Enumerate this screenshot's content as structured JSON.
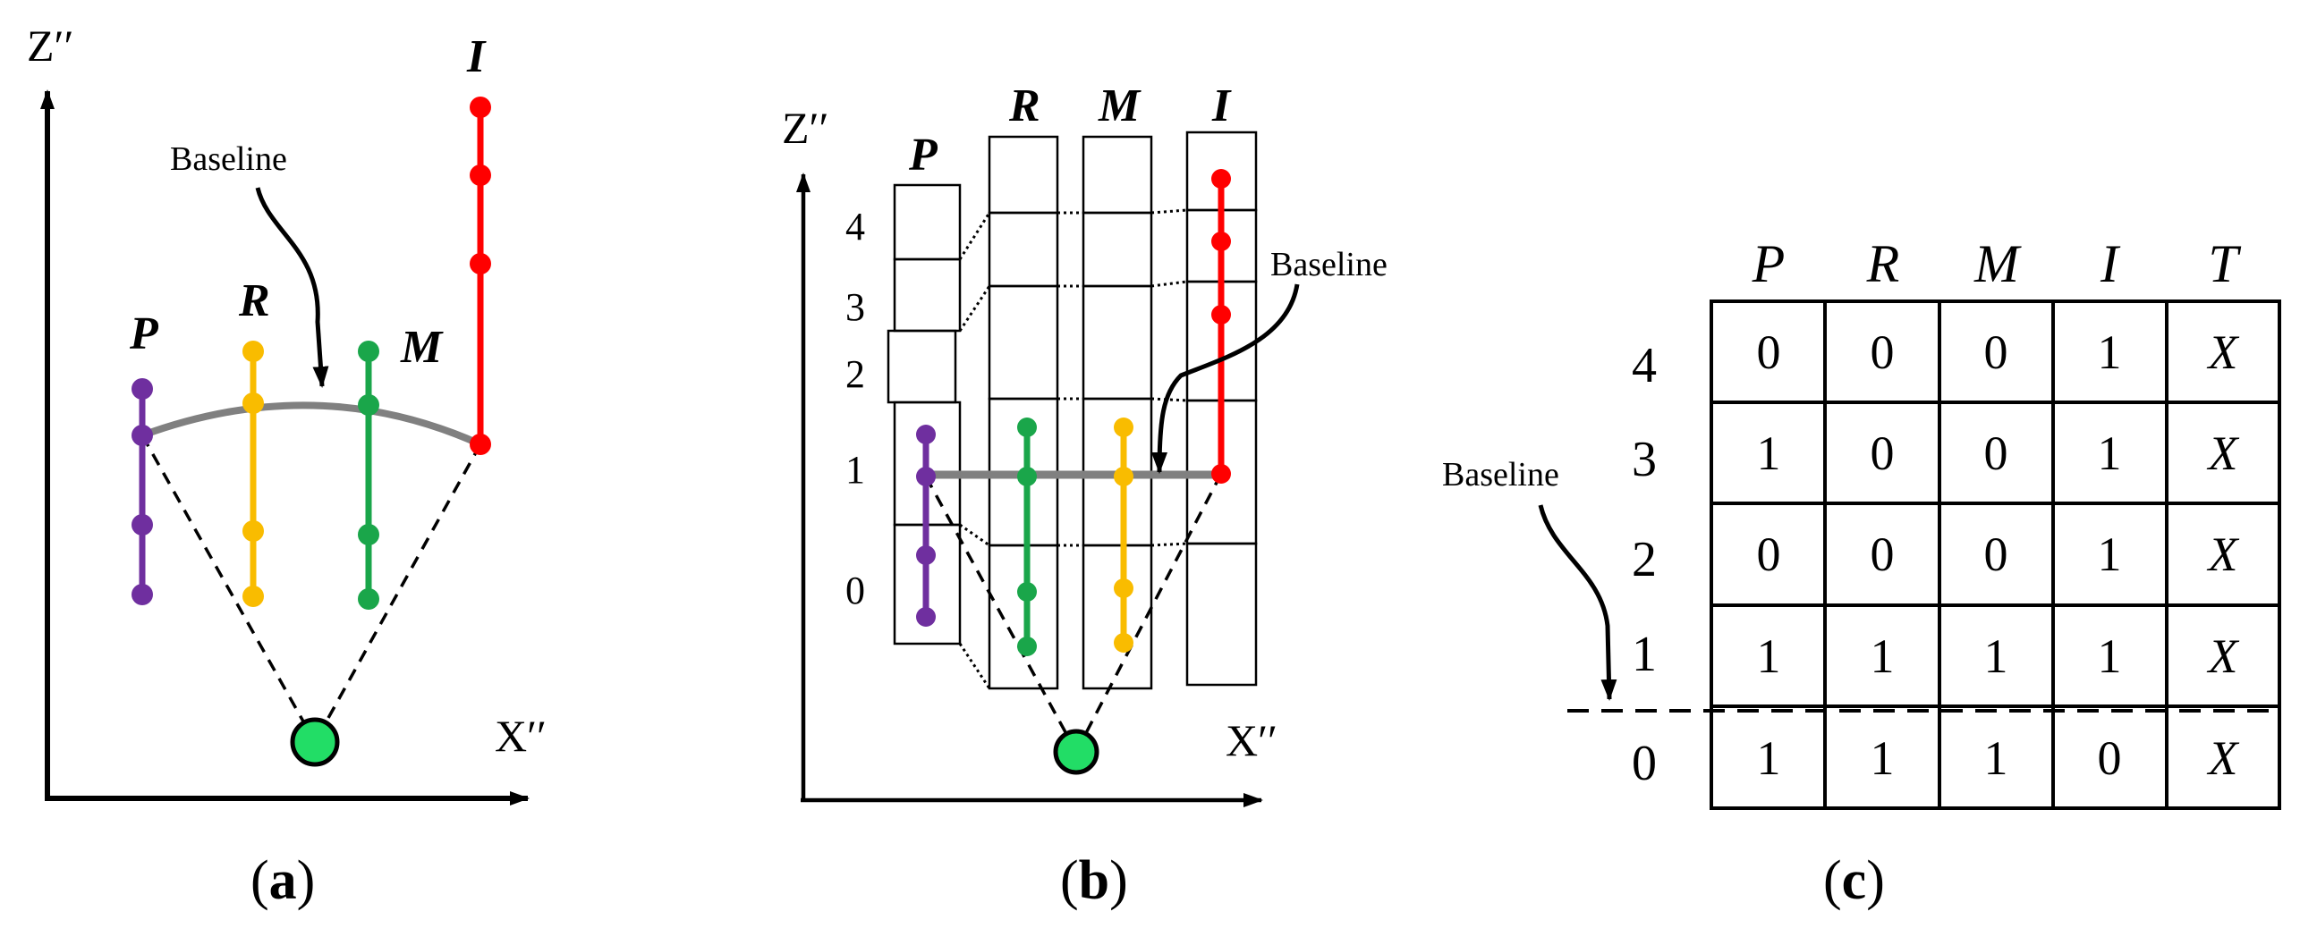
{
  "panel_a": {
    "axis_z": "Z′′",
    "axis_x": "X′′",
    "baseline": "Baseline",
    "fingers": {
      "P": "P",
      "R": "R",
      "M": "M",
      "I": "I"
    },
    "caption": {
      "open": "(",
      "letter": "a",
      "close": ")"
    }
  },
  "panel_b": {
    "axis_z": "Z′′",
    "axis_x": "X′′",
    "baseline": "Baseline",
    "fingers": {
      "P": "P",
      "R": "R",
      "M": "M",
      "I": "I"
    },
    "levels": [
      "4",
      "3",
      "2",
      "1",
      "0"
    ],
    "caption": {
      "open": "(",
      "letter": "b",
      "close": ")"
    }
  },
  "panel_c": {
    "baseline": "Baseline",
    "columns": [
      "P",
      "R",
      "M",
      "I",
      "T"
    ],
    "rows": [
      {
        "level": "4",
        "cells": [
          "0",
          "0",
          "0",
          "1",
          "X"
        ]
      },
      {
        "level": "3",
        "cells": [
          "1",
          "0",
          "0",
          "1",
          "X"
        ]
      },
      {
        "level": "2",
        "cells": [
          "0",
          "0",
          "0",
          "1",
          "X"
        ]
      },
      {
        "level": "1",
        "cells": [
          "1",
          "1",
          "1",
          "1",
          "X"
        ]
      },
      {
        "level": "0",
        "cells": [
          "1",
          "1",
          "1",
          "0",
          "X"
        ]
      }
    ],
    "caption": {
      "open": "(",
      "letter": "c",
      "close": ")"
    }
  },
  "colors": {
    "P": "#6f2f9f",
    "R": "#f9bc00",
    "M": "#1aa64a",
    "I": "#ff0000",
    "baseline": "#808080",
    "wrist": "#22dd66"
  }
}
